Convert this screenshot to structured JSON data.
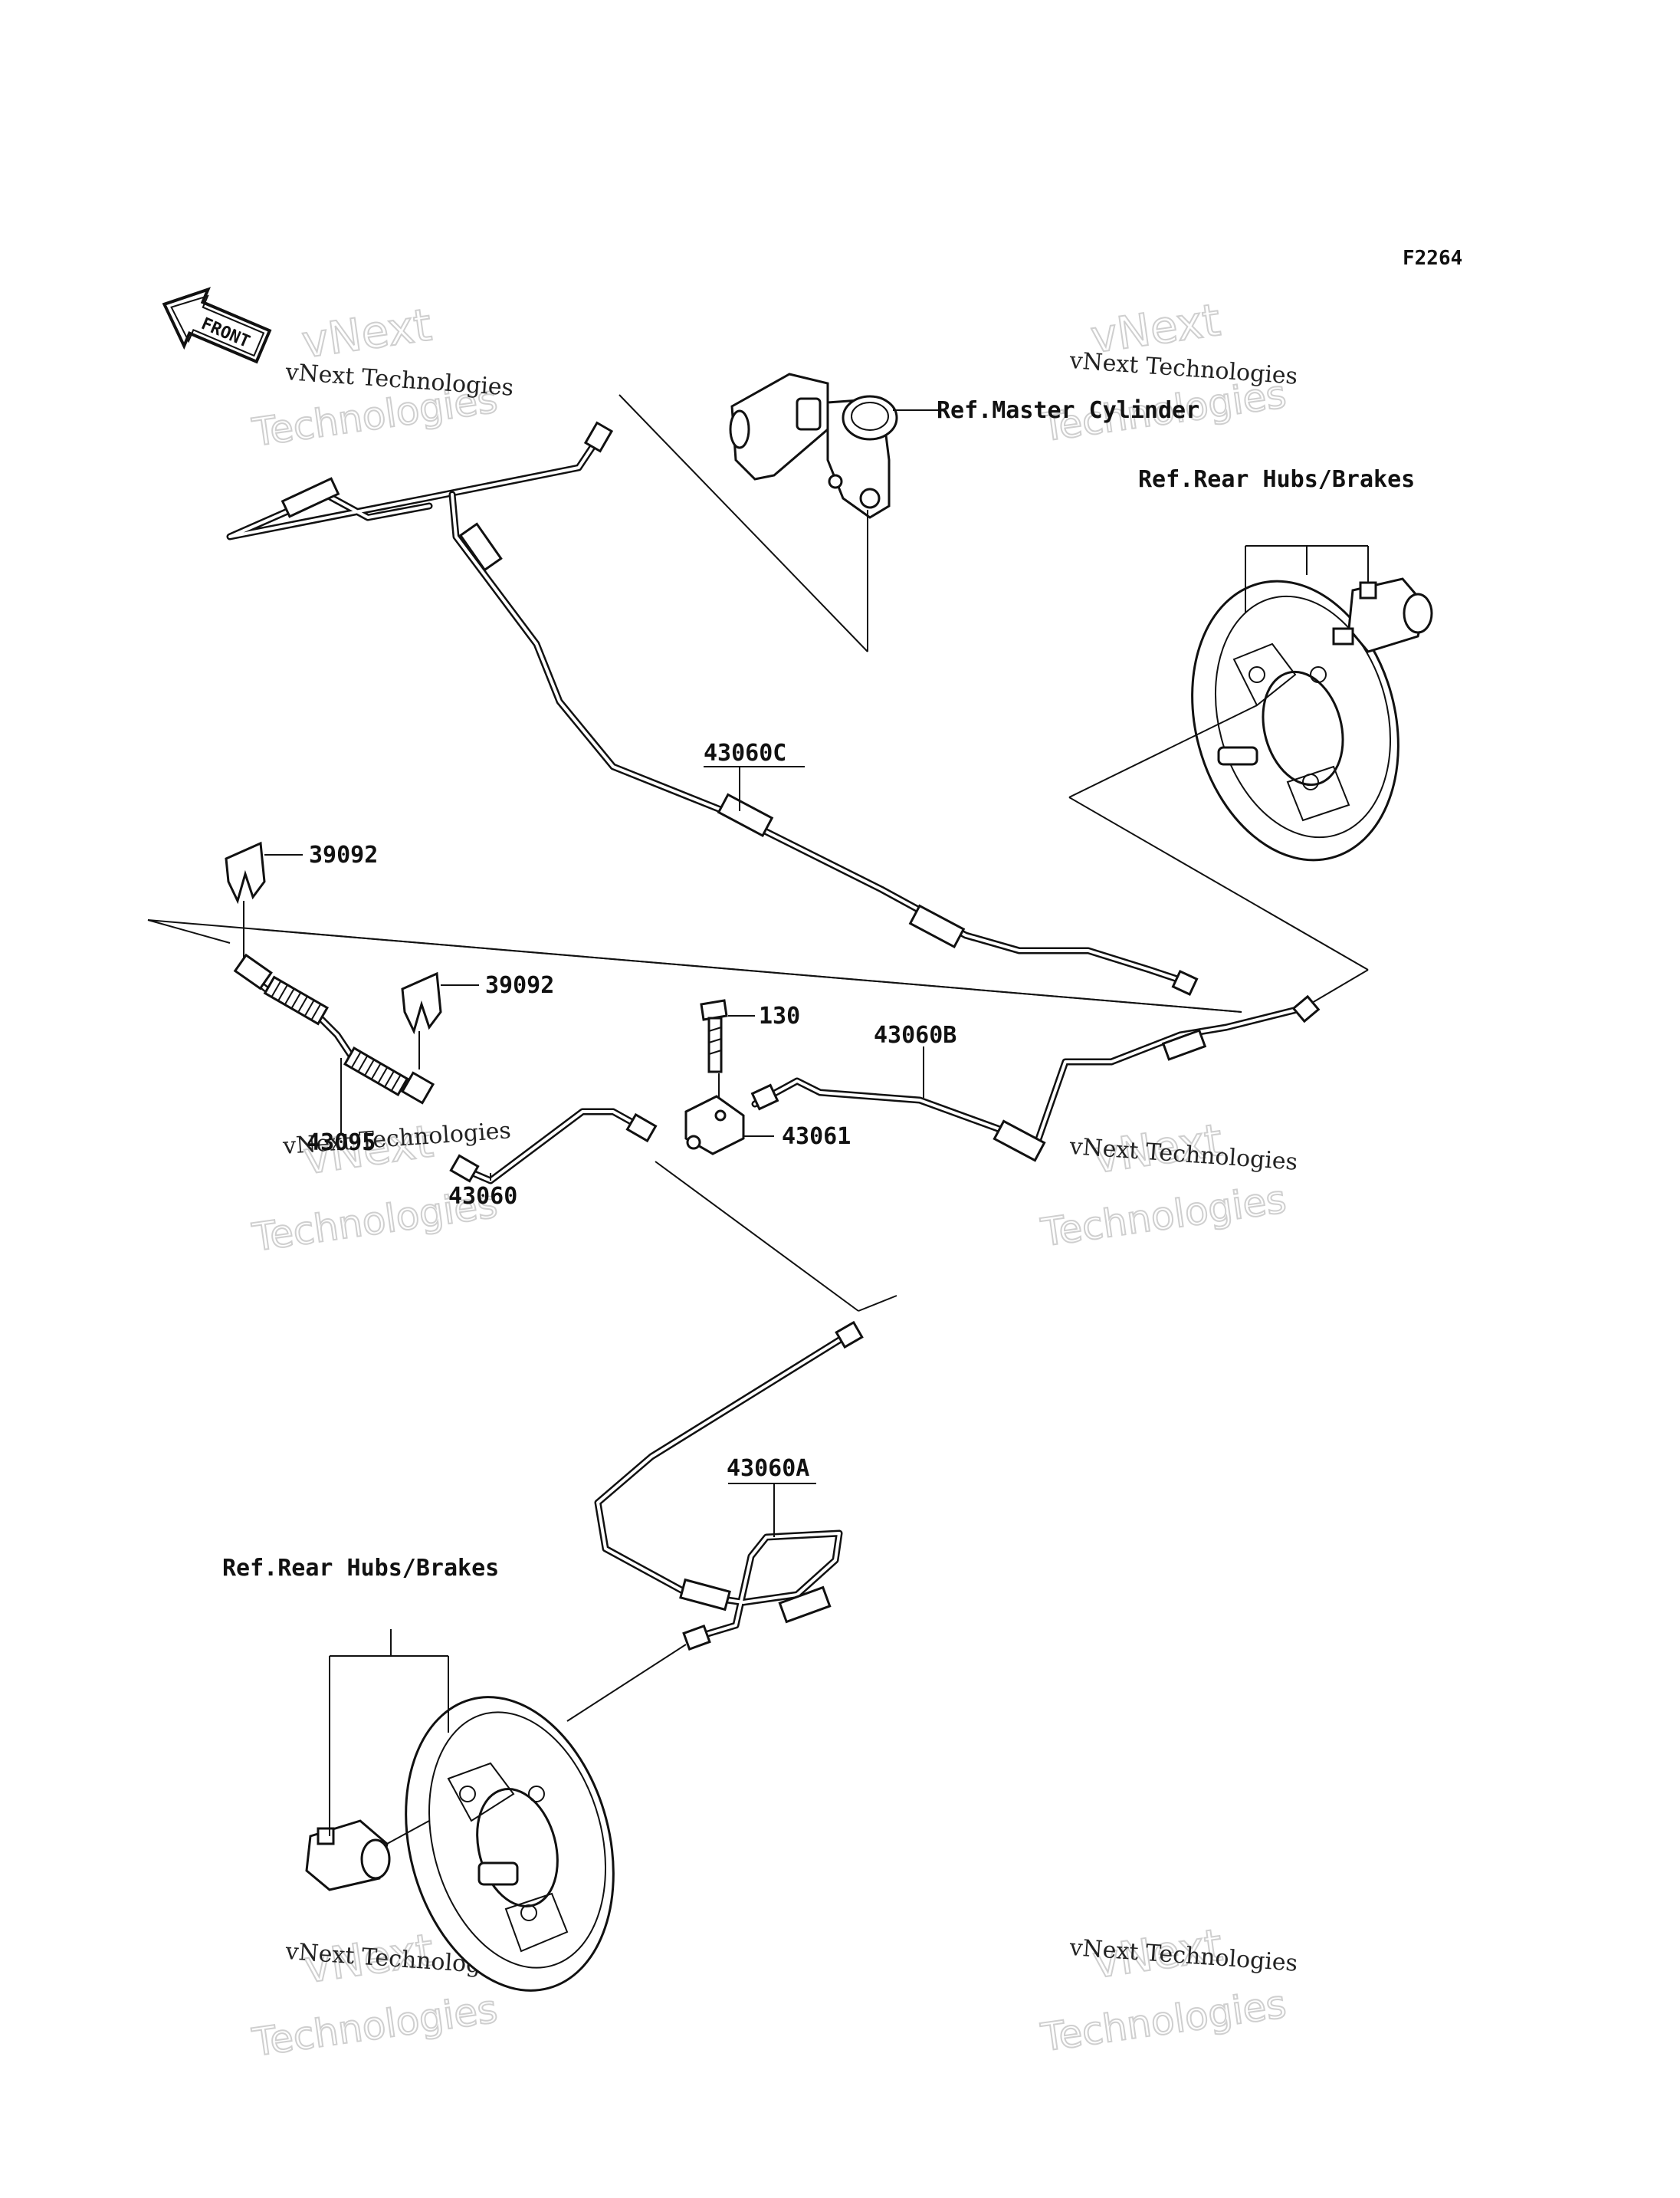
{
  "diagram": {
    "figure_code": "F2264",
    "front_arrow": "FRONT",
    "labels": {
      "master_cylinder": "Ref.Master Cylinder",
      "rear_hubs_top": "Ref.Rear Hubs/Brakes",
      "rear_hubs_bottom": "Ref.Rear Hubs/Brakes",
      "part_43060C": "43060C",
      "part_39092_a": "39092",
      "part_39092_b": "39092",
      "part_130": "130",
      "part_43060B": "43060B",
      "part_43095": "43095",
      "part_43061": "43061",
      "part_43060": "43060",
      "part_43060A": "43060A"
    },
    "watermark": {
      "line1": "vNext",
      "line2": "vNext Technologies",
      "line3": "Technologies"
    }
  }
}
